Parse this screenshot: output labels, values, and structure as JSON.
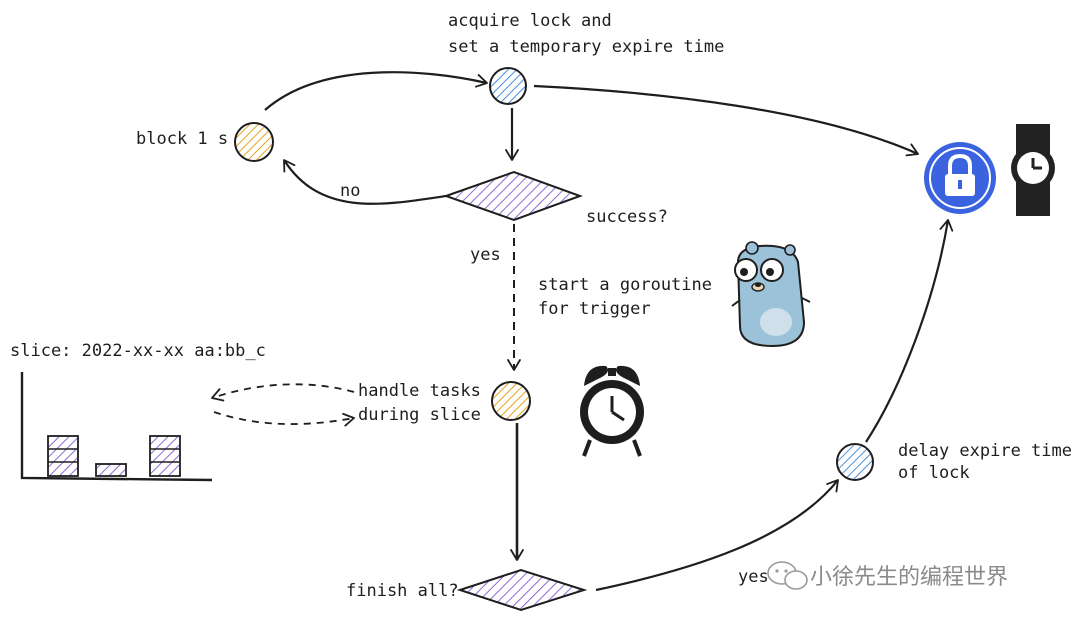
{
  "labels": {
    "acquire_line1": "acquire lock and",
    "acquire_line2": "set a temporary expire time",
    "block": "block 1 s",
    "no": "no",
    "success": "success?",
    "yes_top": "yes",
    "start_line1": "start a goroutine",
    "start_line2": "for trigger",
    "slice": "slice: 2022-xx-xx aa:bb_c",
    "handle_line1": "handle tasks",
    "handle_line2": "during slice",
    "delay_line1": "delay expire time",
    "delay_line2": "of lock",
    "finish": "finish all?",
    "yes_bottom": "yes"
  },
  "watermark": {
    "text": "小徐先生的编程世界"
  },
  "icons": {
    "lock": "padlock-icon",
    "watch": "wristwatch-icon",
    "gopher": "gopher-mascot",
    "alarm": "alarm-clock-icon",
    "wechat": "wechat-icon"
  },
  "colors": {
    "stroke": "#1e1e1e",
    "blue_node": "#4a90d9",
    "yellow_node": "#e3a317",
    "purple_hatch": "#8c6bd6",
    "lock_blue": "#3b63e0",
    "gopher_body": "#9cc2d9"
  }
}
